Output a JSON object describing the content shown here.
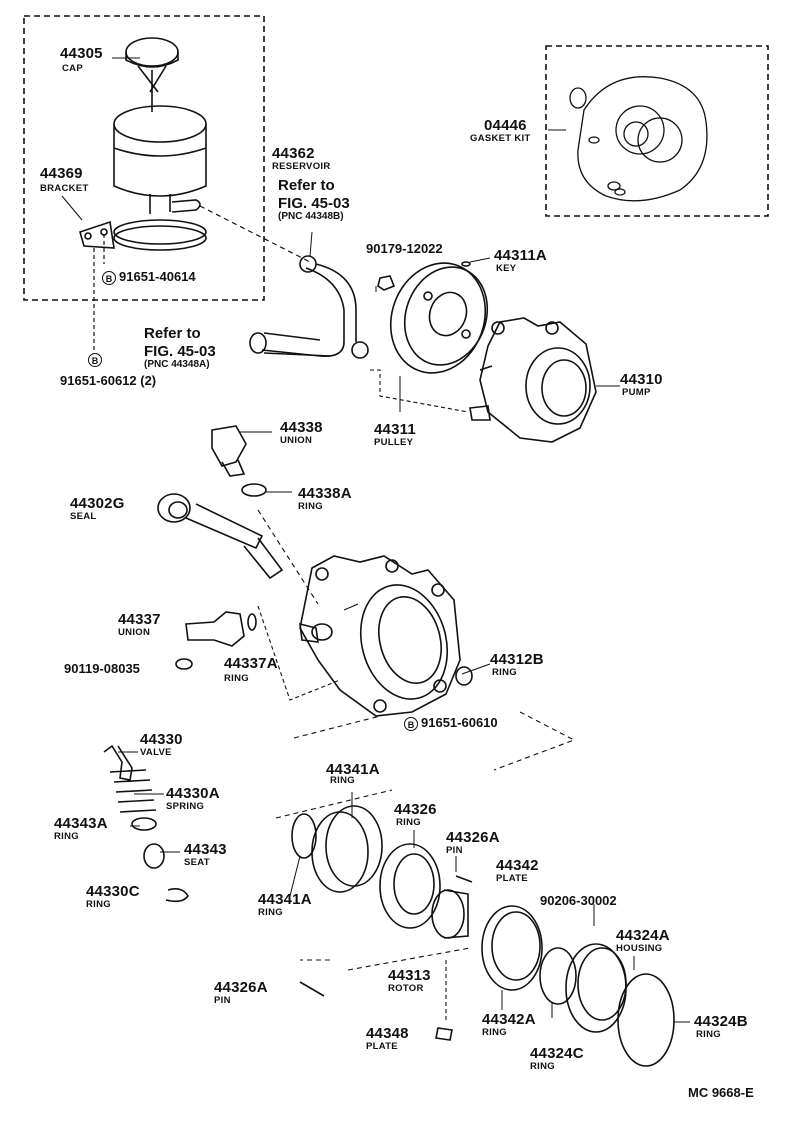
{
  "parts": {
    "cap": {
      "pn": "44305",
      "name": "CAP"
    },
    "bracket": {
      "pn": "44369",
      "name": "BRACKET"
    },
    "reservoir": {
      "pn": "44362",
      "name": "RESERVOIR"
    },
    "bolt1": {
      "pn": "91651-40614",
      "mark": "B"
    },
    "bolt2": {
      "pn": "91651-60612 (2)",
      "mark": "B"
    },
    "gasket": {
      "pn": "04446",
      "name": "GASKET KIT"
    },
    "nut": {
      "pn": "90179-12022"
    },
    "key": {
      "pn": "44311A",
      "name": "KEY"
    },
    "pump": {
      "pn": "44310",
      "name": "PUMP"
    },
    "pulley": {
      "pn": "44311",
      "name": "PULLEY"
    },
    "union1": {
      "pn": "44338",
      "name": "UNION"
    },
    "ring1": {
      "pn": "44338A",
      "name": "RING"
    },
    "seal": {
      "pn": "44302G",
      "name": "SEAL"
    },
    "union2": {
      "pn": "44337",
      "name": "UNION"
    },
    "ring2": {
      "pn": "44337A",
      "name": "RING"
    },
    "gasket2": {
      "pn": "90119-08035"
    },
    "ring3": {
      "pn": "44312B",
      "name": "RING"
    },
    "bolt3": {
      "pn": "91651-60610",
      "mark": "B"
    },
    "valve": {
      "pn": "44330",
      "name": "VALVE"
    },
    "spring": {
      "pn": "44330A",
      "name": "SPRING"
    },
    "ring4": {
      "pn": "44343A",
      "name": "RING"
    },
    "seat": {
      "pn": "44343",
      "name": "SEAT"
    },
    "ring5": {
      "pn": "44330C",
      "name": "RING"
    },
    "ring6": {
      "pn": "44341A",
      "name": "RING"
    },
    "ring7": {
      "pn": "44341A",
      "name": "RING"
    },
    "ring8": {
      "pn": "44326",
      "name": "RING"
    },
    "pin1": {
      "pn": "44326A",
      "name": "PIN"
    },
    "plate1": {
      "pn": "44342",
      "name": "PLATE"
    },
    "bolt4": {
      "pn": "90206-30002"
    },
    "housing": {
      "pn": "44324A",
      "name": "HOUSING"
    },
    "pin2": {
      "pn": "44326A",
      "name": "PIN"
    },
    "rotor": {
      "pn": "44313",
      "name": "ROTOR"
    },
    "ring9": {
      "pn": "44342A",
      "name": "RING"
    },
    "plate2": {
      "pn": "44348",
      "name": "PLATE"
    },
    "ring10": {
      "pn": "44324C",
      "name": "RING"
    },
    "ring11": {
      "pn": "44324B",
      "name": "RING"
    }
  },
  "refs": {
    "ref1": {
      "line1": "Refer to",
      "line2": "FIG. 45-03",
      "line3": "(PNC 44348B)"
    },
    "ref2": {
      "line1": "Refer to",
      "line2": "FIG. 45-03",
      "line3": "(PNC 44348A)"
    }
  },
  "figure_code": "MC 9668-E"
}
